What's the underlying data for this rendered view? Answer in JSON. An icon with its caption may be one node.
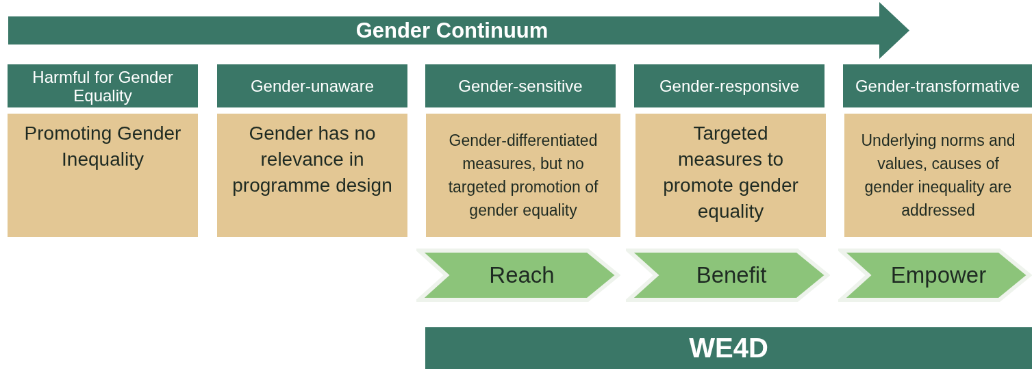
{
  "diagram": {
    "nodes": [
      {
        "text": [
          "Gender Continuum"
        ]
      },
      {
        "text": [
          "Harmful for Gender Equality"
        ]
      },
      {
        "text": [
          "Gender-unaware"
        ]
      },
      {
        "text": [
          "Gender-sensitive"
        ]
      },
      {
        "text": [
          "Gender-responsive"
        ]
      },
      {
        "text": [
          "Gender-transformative"
        ]
      },
      {
        "text": [
          "Promoting Gender Inequality"
        ]
      },
      {
        "text": [
          "Gender has no relevance in programme design"
        ]
      },
      {
        "text": [
          "Gender-differentiated measures, but no targeted promotion of gender equality"
        ]
      },
      {
        "text": [
          "Targeted measures to promote gender equality"
        ]
      },
      {
        "text": [
          "Underlying norms and values, causes of gender inequality are addressed"
        ]
      },
      {
        "text": [
          "Reach"
        ]
      },
      {
        "text": [
          "Benefit"
        ]
      },
      {
        "text": [
          "Empower"
        ]
      },
      {
        "text": [
          "WE4D"
        ]
      }
    ],
    "edges": []
  }
}
